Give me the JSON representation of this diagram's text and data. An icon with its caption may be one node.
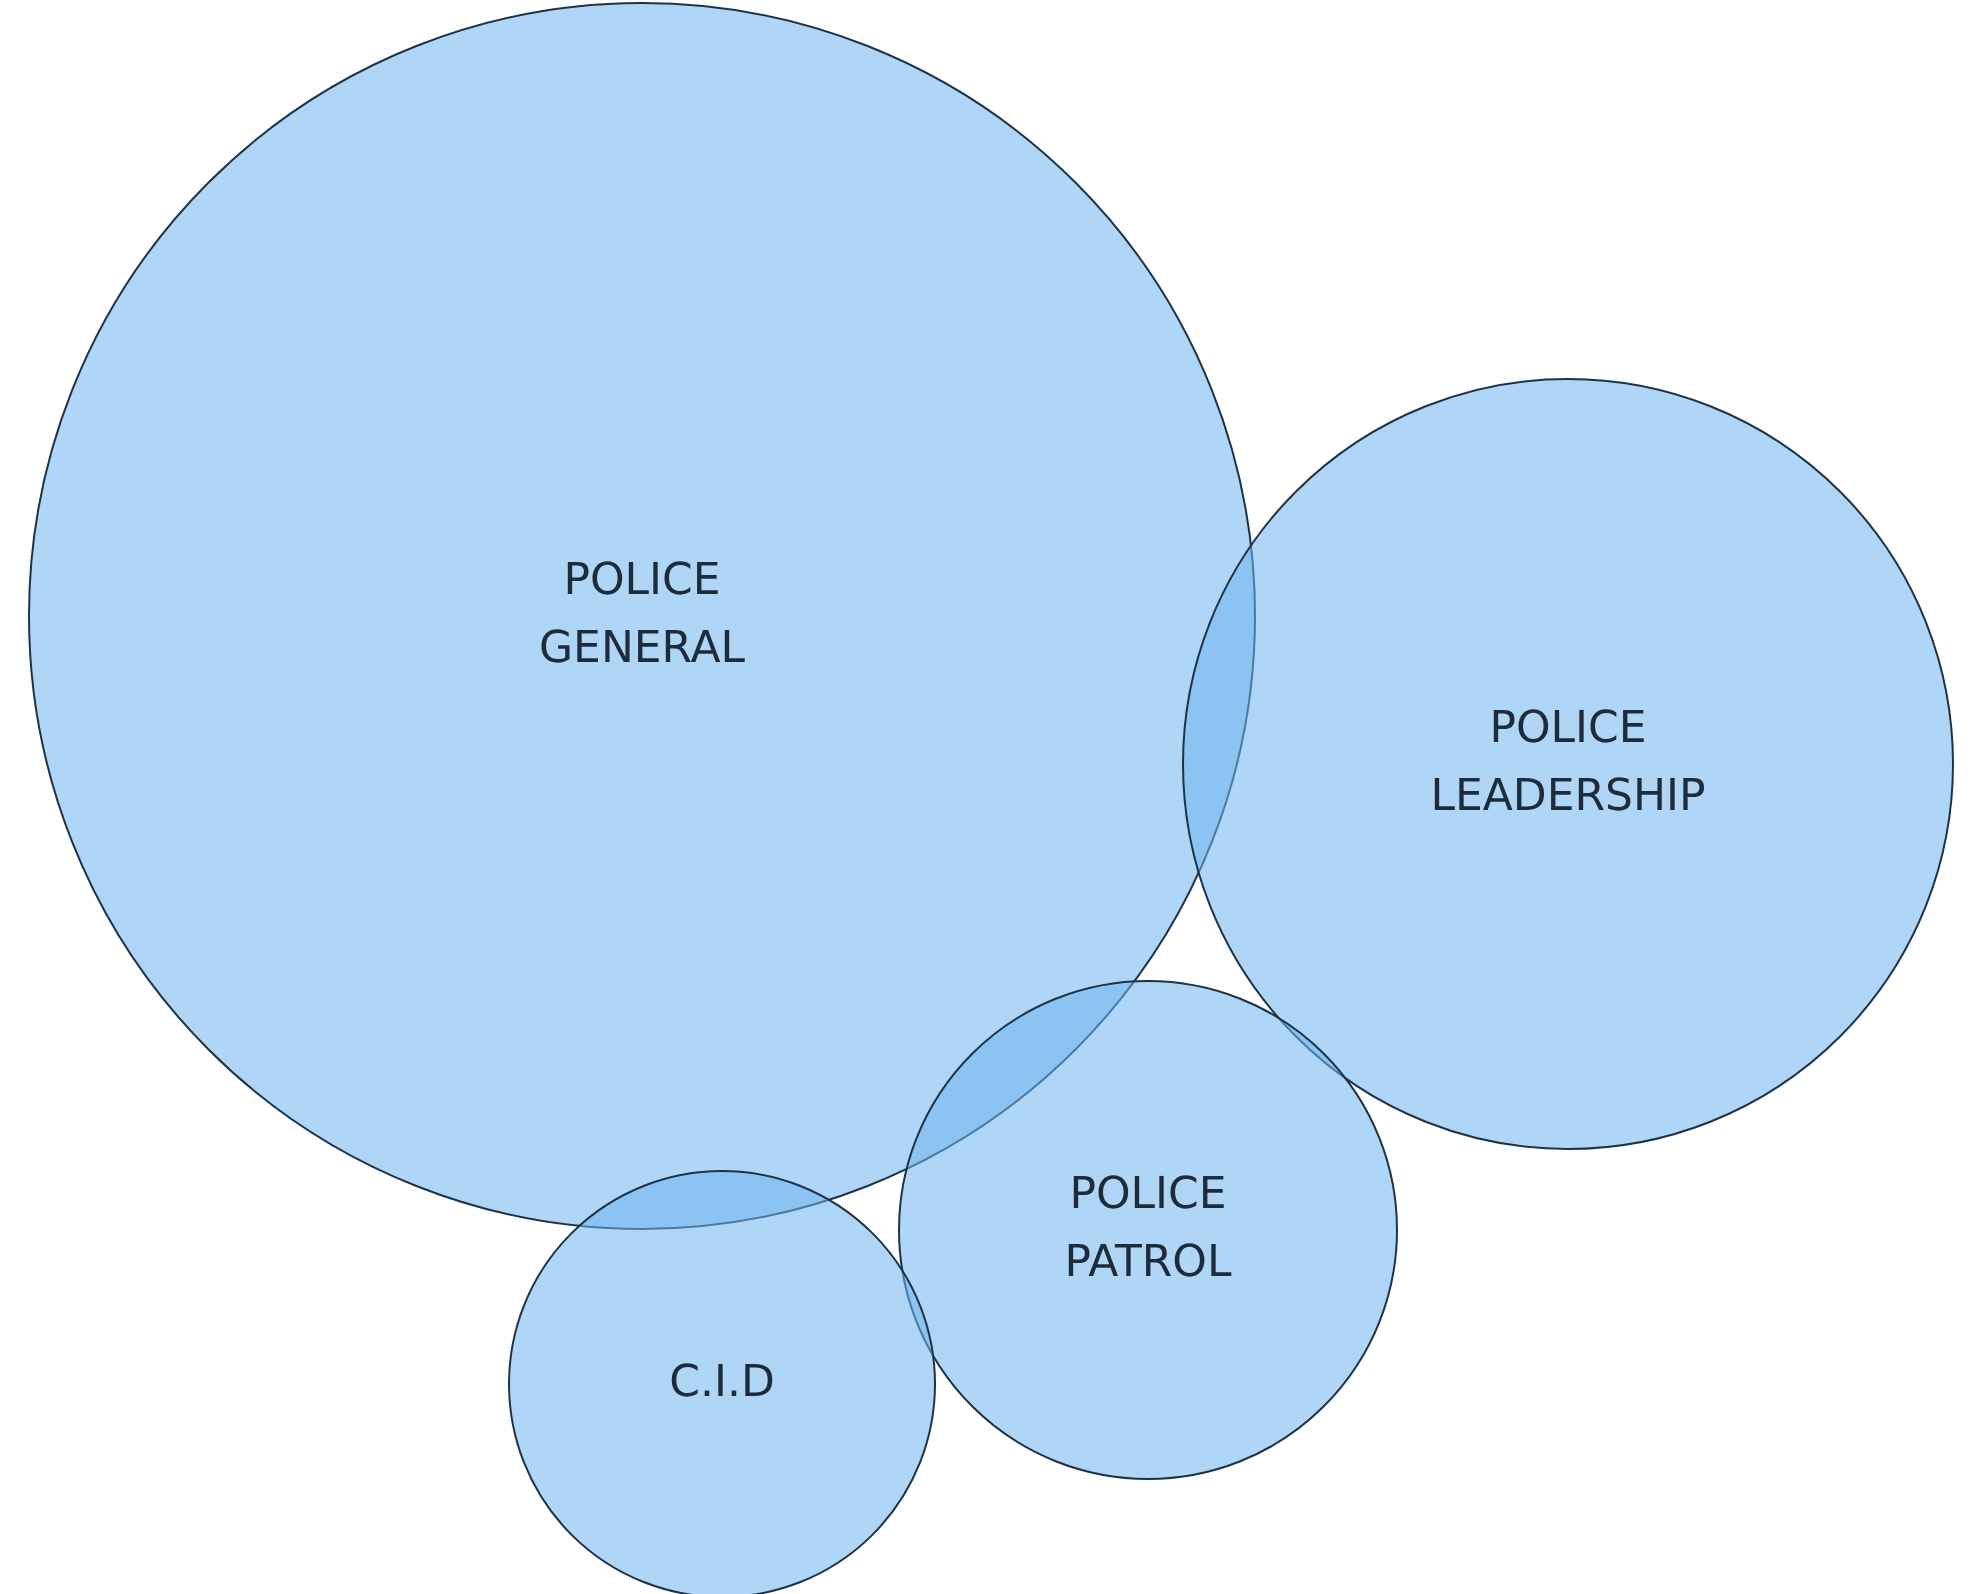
{
  "diagram": {
    "nodes": [
      {
        "text": [
          "POLICE GENERAL"
        ]
      },
      {
        "text": [
          "POLICE LEADERSHIP"
        ]
      },
      {
        "text": [
          "POLICE PATROL"
        ]
      },
      {
        "text": [
          "C.I.D"
        ]
      }
    ]
  }
}
